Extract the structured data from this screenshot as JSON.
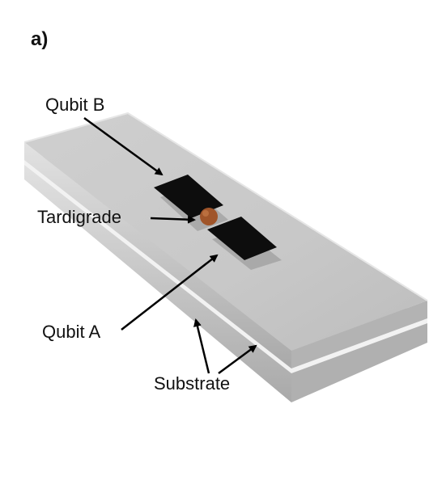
{
  "panel_label": "a)",
  "labels": {
    "qubit_b": "Qubit B",
    "tardigrade": "Tardigrade",
    "qubit_a": "Qubit A",
    "substrate": "Substrate"
  },
  "colors": {
    "substrate_top": "#c9c9c9",
    "substrate_edge": "#b5b5b5",
    "qubit_pad": "#0d0d0d",
    "pad_shadow": "#8f8f8f",
    "tardigrade": "#a0552a",
    "arrow": "#000000"
  }
}
